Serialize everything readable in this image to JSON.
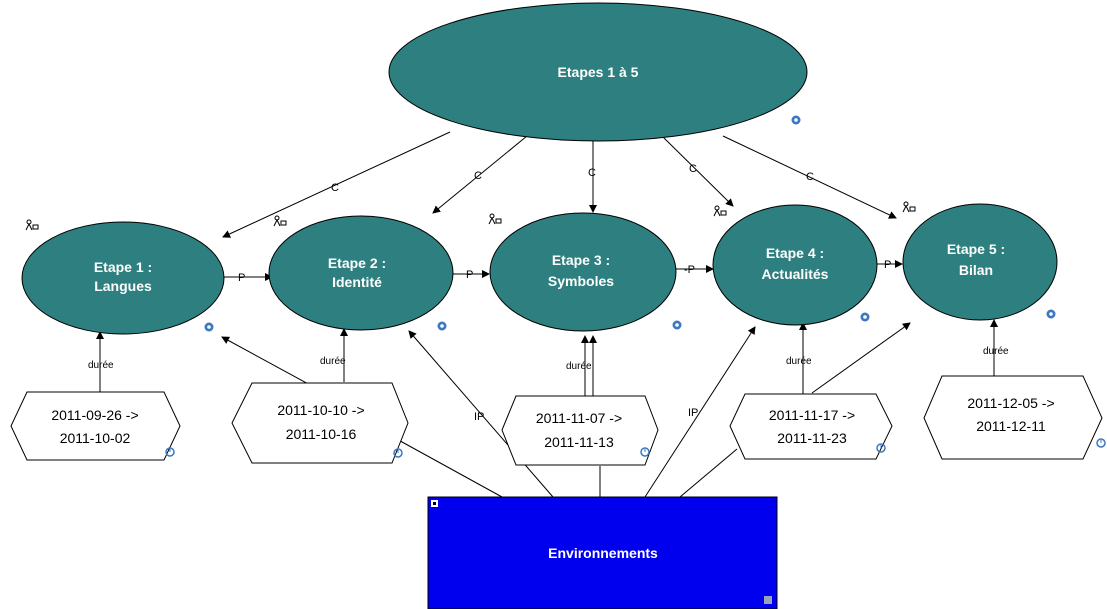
{
  "colors": {
    "ellipse_fill": "#2e7f7f",
    "env_fill": "#0000ee",
    "icon_blue": "#3a78c2"
  },
  "diagram": {
    "root": {
      "label": "Etapes 1 à 5"
    },
    "steps": [
      {
        "line1": "Etape 1 :",
        "line2": "Langues",
        "date1": "2011-09-26 ->",
        "date2": "2011-10-02"
      },
      {
        "line1": "Etape 2 :",
        "line2": "Identité",
        "date1": "2011-10-10 ->",
        "date2": "2011-10-16"
      },
      {
        "line1": "Etape 3 :",
        "line2": "Symboles",
        "date1": "2011-11-07 ->",
        "date2": "2011-11-13"
      },
      {
        "line1": "Etape 4 :",
        "line2": "Actualités",
        "date1": "2011-11-17 ->",
        "date2": "2011-11-23"
      },
      {
        "line1": "Etape 5 :",
        "line2": "Bilan",
        "date1": "2011-12-05 ->",
        "date2": "2011-12-11"
      }
    ],
    "environment": {
      "label": "Environnements"
    },
    "edge_labels": {
      "composition": "C",
      "precedence": "P",
      "precedence_alt": "-P",
      "duration": "durée",
      "input": "IP"
    }
  },
  "icons": {
    "status": "status-icon",
    "clock": "clock-icon",
    "people": "people-icon"
  }
}
